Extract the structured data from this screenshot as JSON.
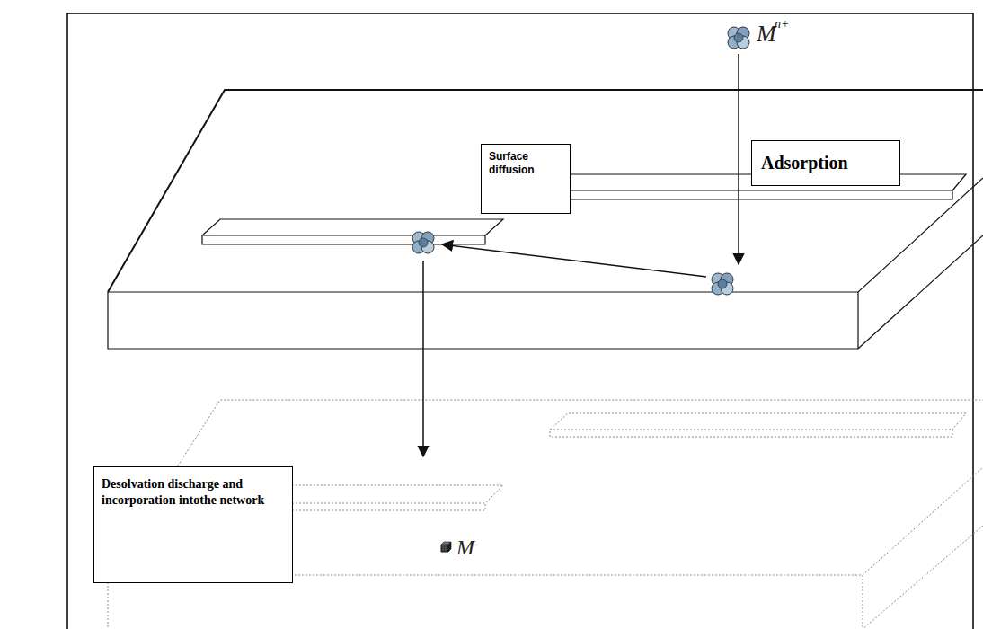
{
  "diagram": {
    "nodes": [
      {
        "text": [
          "Adsorption"
        ]
      },
      {
        "text": [
          "Surface diffusion"
        ]
      },
      {
        "text": [
          "Desolvation discharge and incorporation intothe network"
        ]
      }
    ],
    "labels": [
      "M",
      "n+",
      "M"
    ]
  }
}
